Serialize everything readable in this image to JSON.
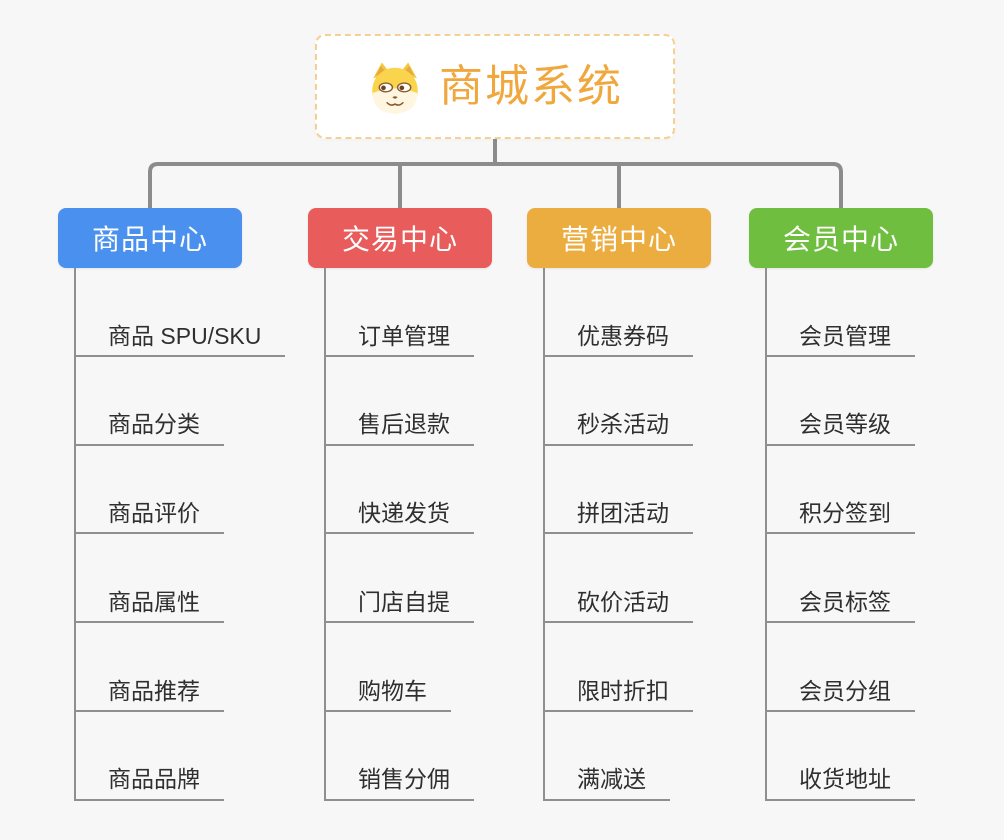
{
  "root": {
    "title": "商城系统",
    "icon": "doge-icon",
    "title_color": "#F0A83E",
    "border_color": "#F5D094"
  },
  "connector_color": "#8C8C8C",
  "underline_color": "#8F8F8F",
  "branches": [
    {
      "label": "商品中心",
      "color": "#4A90EE",
      "items": [
        "商品 SPU/SKU",
        "商品分类",
        "商品评价",
        "商品属性",
        "商品推荐",
        "商品品牌"
      ]
    },
    {
      "label": "交易中心",
      "color": "#E85C5C",
      "items": [
        "订单管理",
        "售后退款",
        "快递发货",
        "门店自提",
        "购物车",
        "销售分佣"
      ]
    },
    {
      "label": "营销中心",
      "color": "#EBAD40",
      "items": [
        "优惠券码",
        "秒杀活动",
        "拼团活动",
        "砍价活动",
        "限时折扣",
        "满减送"
      ]
    },
    {
      "label": "会员中心",
      "color": "#6FBE40",
      "items": [
        "会员管理",
        "会员等级",
        "积分签到",
        "会员标签",
        "会员分组",
        "收货地址"
      ]
    }
  ]
}
